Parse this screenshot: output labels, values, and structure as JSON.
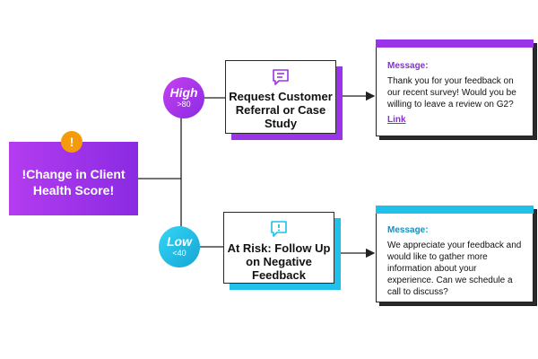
{
  "colors": {
    "purple": "#9a34e8",
    "cyan": "#1fc0ea",
    "orange": "#f59a0b",
    "ink": "#222222"
  },
  "trigger": {
    "icon": "exclamation-icon",
    "label": "!Change in Client Health Score!"
  },
  "branches": {
    "high": {
      "badge_title": "High",
      "badge_sub": ">80",
      "action_icon": "chat-message-icon",
      "action_label": "Request Customer Referral or Case Study",
      "message_label": "Message:",
      "message_text": "Thank you for your feedback on our recent survey! Would you be willing to leave a review on G2?",
      "link_text": "Link"
    },
    "low": {
      "badge_title": "Low",
      "badge_sub": "<40",
      "action_icon": "alert-message-icon",
      "action_label": "At Risk: Follow Up on Negative Feedback",
      "message_label": "Message:",
      "message_text": "We appreciate your feedback and would like to gather more information about your experience. Can we schedule a call to discuss?"
    }
  }
}
